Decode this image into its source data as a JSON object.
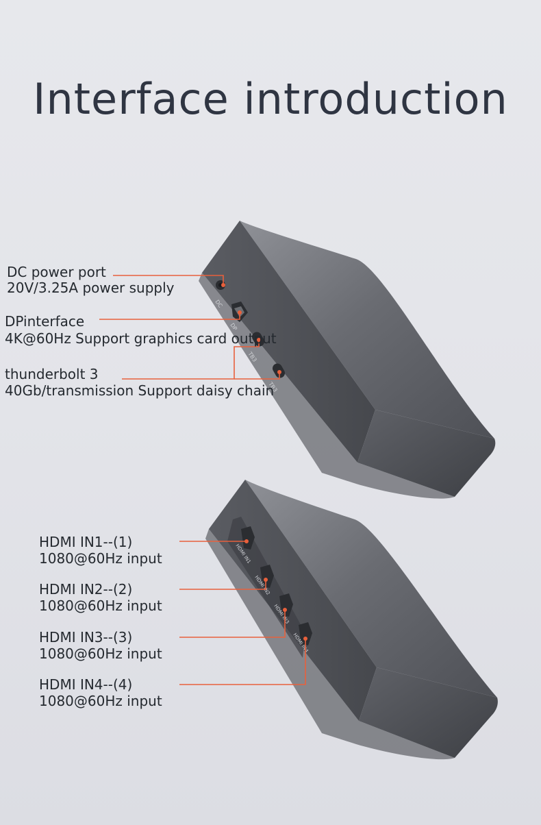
{
  "title": "Interface introduction",
  "colors": {
    "background": "#e4e5ea",
    "title_text": "#2f3542",
    "label_text": "#24292f",
    "callout_line": "#e8603c",
    "device_body": "#55575d"
  },
  "device_top": {
    "labels": [
      {
        "name": "DC power port",
        "detail": "20V/3.25A power supply"
      },
      {
        "name": "DPinterface",
        "detail": "4K@60Hz Support graphics card output"
      },
      {
        "name": "thunderbolt 3",
        "detail": "40Gb/transmission Support daisy chain"
      }
    ],
    "port_tags": [
      "DC",
      "DP",
      "TB3",
      "TB3"
    ]
  },
  "device_bottom": {
    "labels": [
      {
        "name": "HDMI IN1--(1)",
        "detail": "1080@60Hz input"
      },
      {
        "name": "HDMI IN2--(2)",
        "detail": "1080@60Hz input"
      },
      {
        "name": "HDMI IN3--(3)",
        "detail": "1080@60Hz input"
      },
      {
        "name": "HDMI IN4--(4)",
        "detail": "1080@60Hz input"
      }
    ],
    "port_tags": [
      "HDMI IN1",
      "HDMI IN2",
      "HDMI IN3",
      "HDMI IN4"
    ]
  }
}
